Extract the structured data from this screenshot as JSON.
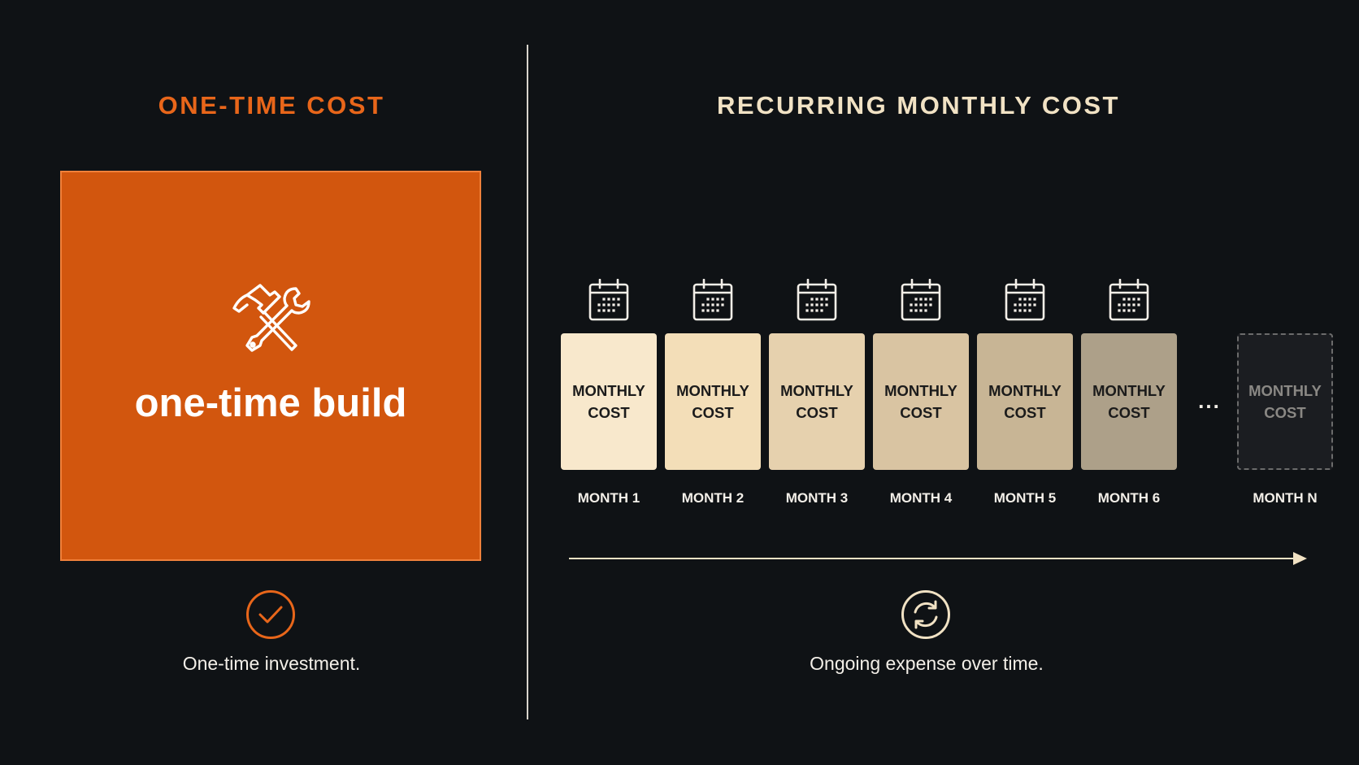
{
  "left": {
    "title": "ONE-TIME COST",
    "box_label": "one-time build",
    "box_icon": "hammer-wrench-icon",
    "caption": "One-time investment.",
    "caption_icon": "checkmark-circle-icon",
    "accent_color": "#e8661a",
    "box_color": "#d2560e"
  },
  "right": {
    "title": "RECURRING MONTHLY COST",
    "card_line1": "MONTHLY",
    "card_line2": "COST",
    "ellipsis": "...",
    "months": [
      {
        "label": "MONTH 1",
        "color": "#f8e8cc"
      },
      {
        "label": "MONTH 2",
        "color": "#f3deb8"
      },
      {
        "label": "MONTH 3",
        "color": "#e6d1ae"
      },
      {
        "label": "MONTH 4",
        "color": "#d9c4a2"
      },
      {
        "label": "MONTH 5",
        "color": "#c8b595"
      },
      {
        "label": "MONTH 6",
        "color": "#ada089"
      },
      {
        "label": "MONTH N",
        "color": "#1b1d21",
        "dashed": true
      }
    ],
    "card_icon": "calendar-icon",
    "timeline_icon": "arrow-right-icon",
    "caption": "Ongoing expense over time.",
    "caption_icon": "cycle-arrows-icon",
    "title_color": "#f1e2c4"
  }
}
